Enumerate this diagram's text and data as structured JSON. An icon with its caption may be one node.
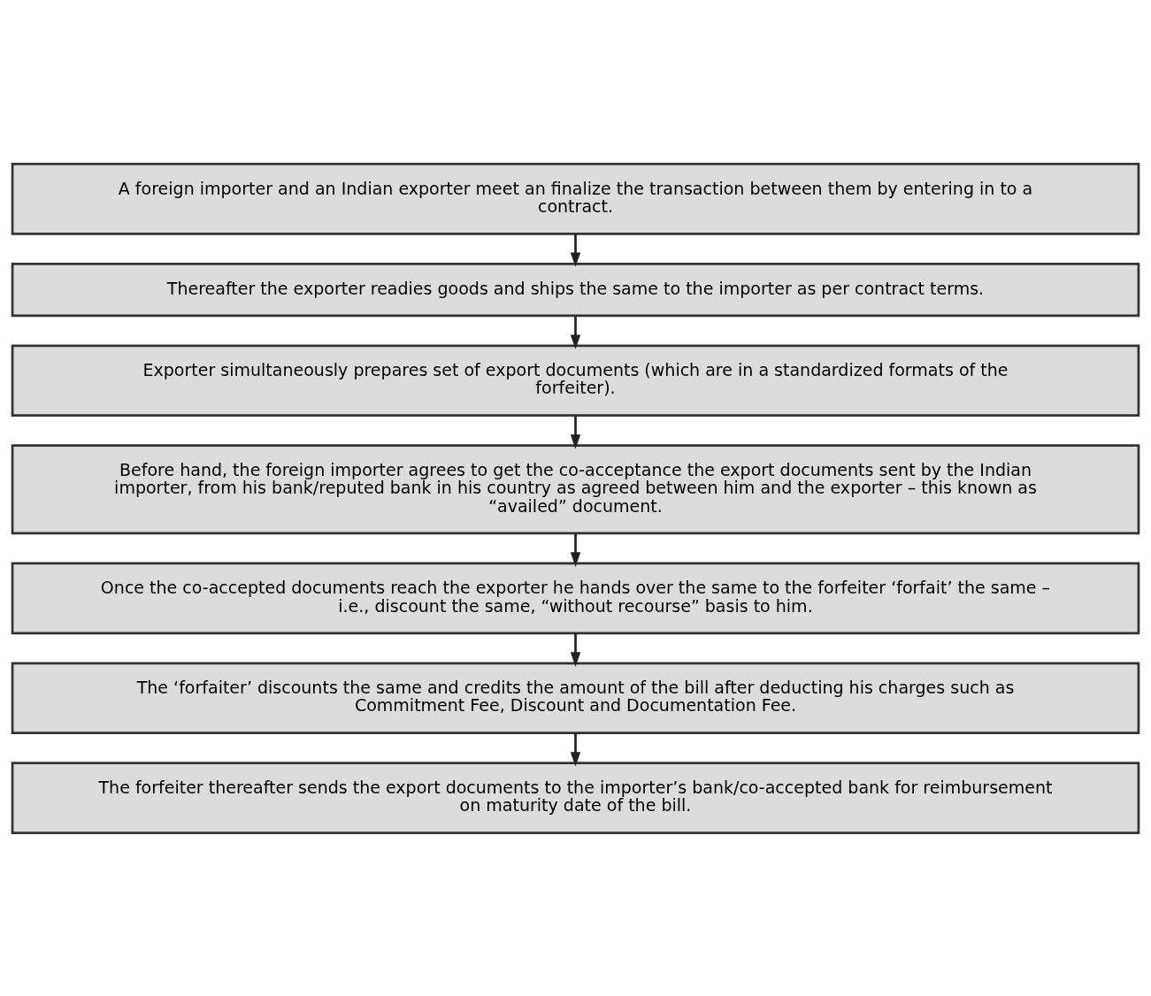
{
  "diagram": {
    "nodes": [
      {
        "text": [
          "A foreign importer and an Indian exporter meet an finalize the transaction between them by entering in to a contract."
        ]
      },
      {
        "text": [
          "Thereafter the exporter readies goods and ships the same to the importer as per contract terms."
        ]
      },
      {
        "text": [
          "Exporter simultaneously prepares set of export documents (which are in a standardized formats of the forfeiter)."
        ]
      },
      {
        "text": [
          "Before hand, the foreign importer agrees to get the co-acceptance the export documents sent by the Indian importer, from his bank/reputed bank in his country as agreed between him and the exporter – this known as “availed” document."
        ]
      },
      {
        "text": [
          "Once the co-accepted documents reach the exporter he hands over the same to the forfeiter ‘forfait’ the same – i.e., discount the same, “without recourse” basis to him."
        ]
      },
      {
        "text": [
          "The ‘forfaiter’ discounts the same and credits the amount of the bill after deducting his charges such as Commitment Fee, Discount and Documentation Fee."
        ]
      },
      {
        "text": [
          "The forfeiter thereafter sends the export documents to the importer’s bank/co-accepted bank for reimbursement on maturity date of the bill."
        ]
      }
    ],
    "edges": [
      {
        "from": 0,
        "to": 1,
        "arrow": "to"
      },
      {
        "from": 1,
        "to": 2,
        "arrow": "to"
      },
      {
        "from": 2,
        "to": 3,
        "arrow": "to"
      },
      {
        "from": 3,
        "to": 4,
        "arrow": "to"
      },
      {
        "from": 4,
        "to": 5,
        "arrow": "to"
      },
      {
        "from": 5,
        "to": 6,
        "arrow": "to"
      }
    ]
  }
}
